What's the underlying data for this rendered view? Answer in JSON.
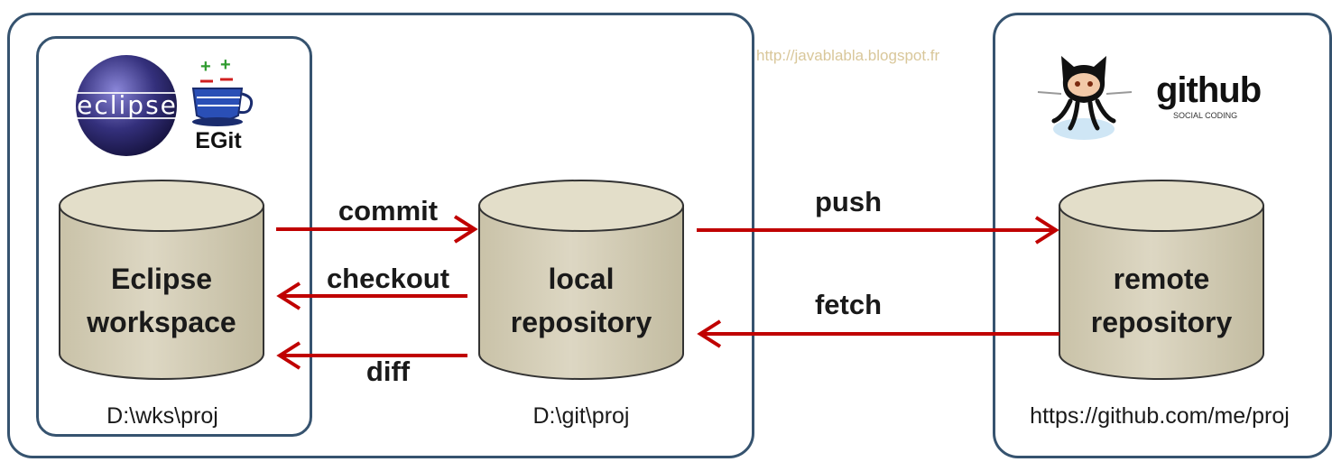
{
  "watermark": "http://javablabla.blogspot.fr",
  "workspace": {
    "label_line1": "Eclipse",
    "label_line2": "workspace",
    "path": "D:\\wks\\proj"
  },
  "local": {
    "label_line1": "local",
    "label_line2": "repository",
    "path": "D:\\git\\proj"
  },
  "remote": {
    "label_line1": "remote",
    "label_line2": "repository",
    "path": "https://github.com/me/proj"
  },
  "arrows": {
    "commit": "commit",
    "checkout": "checkout",
    "diff": "diff",
    "push": "push",
    "fetch": "fetch"
  },
  "logos": {
    "eclipse": "eclipse",
    "egit": "EGit",
    "github": "github",
    "github_tagline": "SOCIAL CODING"
  },
  "colors": {
    "frame": "#36536f",
    "cylinder": "#d8d2bd",
    "arrow": "#c00000"
  }
}
